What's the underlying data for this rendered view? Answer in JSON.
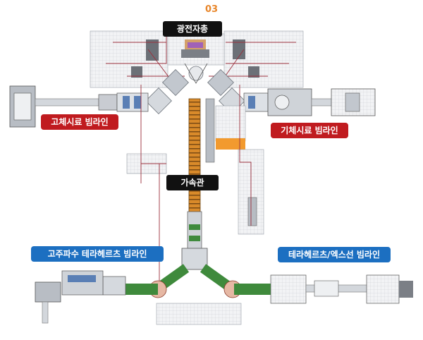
{
  "figure_number": "03",
  "labels": {
    "photo_magnetic": "광전자총",
    "solid_beamline": "고체시료 빔라인",
    "gas_beamline": "기체시료 빔라인",
    "linac": "가속관",
    "hf_thz_beamline": "고주파수 테라헤르츠 빔라인",
    "thz_xray_beamline": "테라헤르츠/엑스선 빔라인"
  },
  "colors": {
    "figure_number": "#e8862a",
    "label_dark": "#111111",
    "label_red": "#c01b1f",
    "label_blue": "#1c6fc1",
    "accelerator": "#d98a2a",
    "magnet_green": "#3f8a3c",
    "beam_pipe": "#9aa3ad",
    "laser_line": "#9b2f3c",
    "highlight_block": "#f29a2e"
  }
}
